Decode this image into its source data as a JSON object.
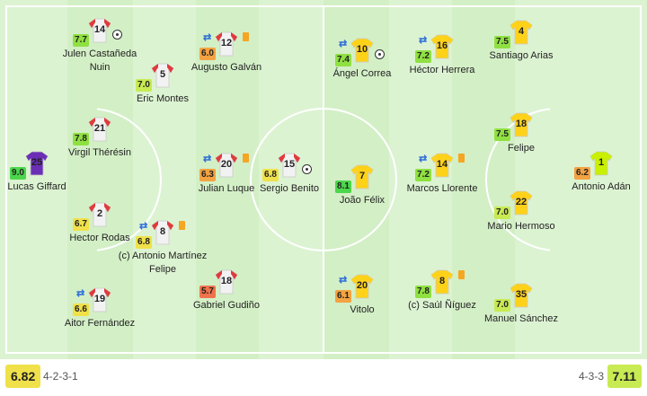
{
  "colors": {
    "home_kit": "#f2f2f2",
    "home_kit_accent": "#e03a3a",
    "home_keeper_kit": "#6a2fb5",
    "away_kit": "#ffd21a",
    "away_keeper_kit": "#c8f000",
    "rating_green": "#8fe041",
    "rating_light": "#c8ea52",
    "rating_yellow": "#f0e14a",
    "rating_orange": "#f3a341",
    "rating_red": "#f0734b",
    "rating_top": "#4cd64c"
  },
  "home": {
    "rating": "6.82",
    "formation": "4-2-3-1",
    "players": [
      {
        "number": "25",
        "rating": "9.0",
        "name": "Lucas Giffard",
        "kit": "keeper",
        "rating_color": "rating_top",
        "sub": false,
        "goal": false,
        "card": false
      },
      {
        "number": "14",
        "rating": "7.7",
        "name": "Julen Castañeda Nuin",
        "kit": "field",
        "rating_color": "rating_green",
        "sub": false,
        "goal": true,
        "card": false
      },
      {
        "number": "21",
        "rating": "7.8",
        "name": "Virgil Thérésin",
        "kit": "field",
        "rating_color": "rating_green",
        "sub": false,
        "goal": false,
        "card": false
      },
      {
        "number": "2",
        "rating": "6.7",
        "name": "Hector Rodas",
        "kit": "field",
        "rating_color": "rating_yellow",
        "sub": false,
        "goal": false,
        "card": false
      },
      {
        "number": "19",
        "rating": "6.6",
        "name": "Aitor Fernández",
        "kit": "field",
        "rating_color": "rating_yellow",
        "sub": true,
        "goal": false,
        "card": false
      },
      {
        "number": "5",
        "rating": "7.0",
        "name": "Eric Montes",
        "kit": "field",
        "rating_color": "rating_light",
        "sub": false,
        "goal": false,
        "card": false
      },
      {
        "number": "8",
        "rating": "6.8",
        "name": "(c) Antonio Martínez Felipe",
        "kit": "field",
        "rating_color": "rating_yellow",
        "sub": true,
        "goal": false,
        "card": true
      },
      {
        "number": "12",
        "rating": "6.0",
        "name": "Augusto Galván",
        "kit": "field",
        "rating_color": "rating_orange",
        "sub": true,
        "goal": false,
        "card": true
      },
      {
        "number": "20",
        "rating": "6.3",
        "name": "Julian Luque",
        "kit": "field",
        "rating_color": "rating_orange",
        "sub": true,
        "goal": false,
        "card": true
      },
      {
        "number": "18",
        "rating": "5.7",
        "name": "Gabriel Gudiño",
        "kit": "field",
        "rating_color": "rating_red",
        "sub": false,
        "goal": false,
        "card": false
      },
      {
        "number": "15",
        "rating": "6.8",
        "name": "Sergio Benito",
        "kit": "field",
        "rating_color": "rating_yellow",
        "sub": false,
        "goal": true,
        "card": false
      }
    ]
  },
  "away": {
    "rating": "7.11",
    "formation": "4-3-3",
    "players": [
      {
        "number": "10",
        "rating": "7.4",
        "name": "Ángel Correa",
        "kit": "field",
        "rating_color": "rating_green",
        "sub": true,
        "goal": true,
        "card": false
      },
      {
        "number": "7",
        "rating": "8.1",
        "name": "João Félix",
        "kit": "field",
        "rating_color": "rating_top",
        "sub": false,
        "goal": false,
        "card": false
      },
      {
        "number": "20",
        "rating": "6.1",
        "name": "Vitolo",
        "kit": "field",
        "rating_color": "rating_orange",
        "sub": true,
        "goal": false,
        "card": false
      },
      {
        "number": "16",
        "rating": "7.2",
        "name": "Héctor Herrera",
        "kit": "field",
        "rating_color": "rating_green",
        "sub": true,
        "goal": false,
        "card": false
      },
      {
        "number": "14",
        "rating": "7.2",
        "name": "Marcos Llorente",
        "kit": "field",
        "rating_color": "rating_green",
        "sub": true,
        "goal": false,
        "card": true
      },
      {
        "number": "8",
        "rating": "7.8",
        "name": "(c) Saúl Ñíguez",
        "kit": "field",
        "rating_color": "rating_green",
        "sub": false,
        "goal": false,
        "card": true
      },
      {
        "number": "4",
        "rating": "7.5",
        "name": "Santiago Arias",
        "kit": "field",
        "rating_color": "rating_green",
        "sub": false,
        "goal": false,
        "card": false
      },
      {
        "number": "18",
        "rating": "7.5",
        "name": "Felipe",
        "kit": "field",
        "rating_color": "rating_green",
        "sub": false,
        "goal": false,
        "card": false
      },
      {
        "number": "22",
        "rating": "7.0",
        "name": "Mario Hermoso",
        "kit": "field",
        "rating_color": "rating_light",
        "sub": false,
        "goal": false,
        "card": false
      },
      {
        "number": "35",
        "rating": "7.0",
        "name": "Manuel Sánchez",
        "kit": "field",
        "rating_color": "rating_light",
        "sub": false,
        "goal": false,
        "card": false
      },
      {
        "number": "1",
        "rating": "6.2",
        "name": "Antonio Adán",
        "kit": "keeper",
        "rating_color": "rating_orange",
        "sub": false,
        "goal": false,
        "card": false
      }
    ]
  }
}
